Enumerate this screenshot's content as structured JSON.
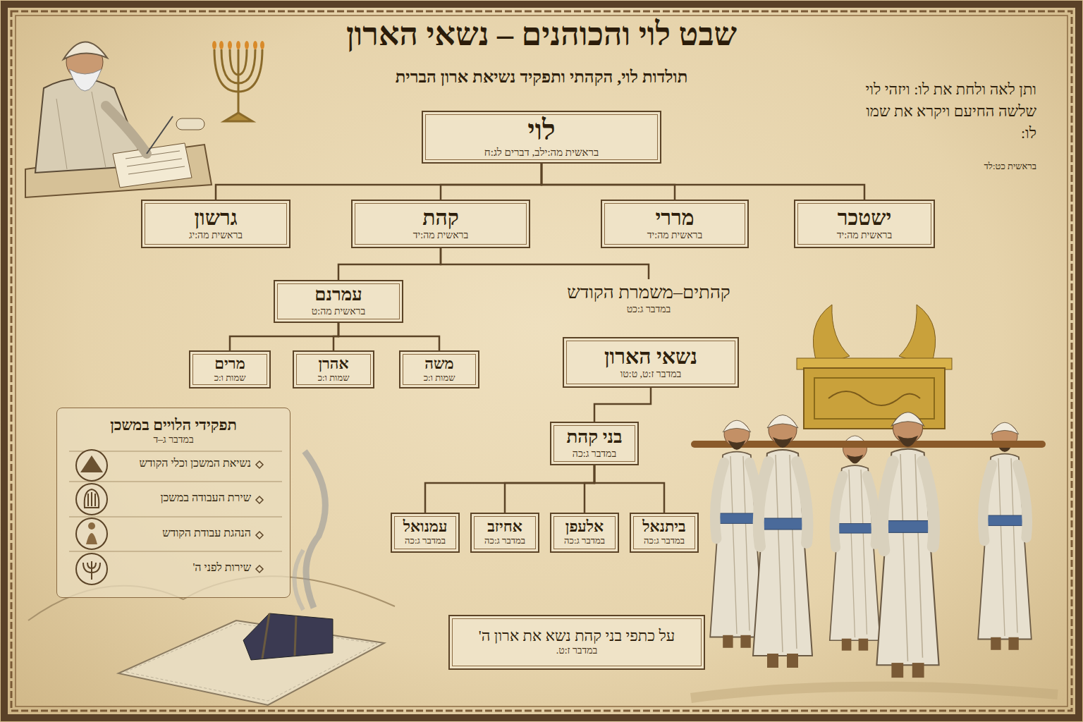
{
  "diagram": {
    "title": "שבט לוי והכוהנים – נשאי הארון",
    "nodes": [
      {
        "text": [
          "לוי",
          "בראשית מה:ילב, דברים לג:ח"
        ]
      },
      {
        "text": [
          "גרשון",
          "בראשית מה:יג"
        ]
      },
      {
        "text": [
          "קהת",
          "בראשית מה:יד"
        ]
      },
      {
        "text": [
          "מררי",
          "בראשית מה:יד"
        ]
      },
      {
        "text": [
          "ישטכר",
          "בראשית מה:יד"
        ]
      },
      {
        "text": [
          "עמרנם",
          "בראשית מה:ט"
        ]
      },
      {
        "text": [
          "קהתים–משמרת הקודש",
          "במדבר ג:כט"
        ]
      },
      {
        "text": [
          "משה",
          "שמות ו:כ"
        ]
      },
      {
        "text": [
          "אהרן",
          "שמות ו:כ"
        ]
      },
      {
        "text": [
          "מרים",
          "שמות ו:כ"
        ]
      },
      {
        "text": [
          "נשאי הארון",
          "במדבר ז:ט, ט:טו"
        ]
      },
      {
        "text": [
          "בני קהת",
          "במדבר ג:כה"
        ]
      },
      {
        "text": [
          "ביתנאל",
          "במדבר ג:כה"
        ]
      },
      {
        "text": [
          "אלעפן",
          "במדבר ג:כה"
        ]
      },
      {
        "text": [
          "אחיזב",
          "במדבר ג:כה"
        ]
      },
      {
        "text": [
          "עמנואל",
          "במדבר ג:כה"
        ]
      },
      {
        "text": [
          "תפקידי הלויים במשכן",
          "במדבר ג–ד"
        ]
      },
      {
        "text": [
          "על כתפי בני קהת נשא את ארון ה'",
          "במדבר ז:ט."
        ]
      }
    ],
    "edges": [
      {
        "from": 0,
        "to": 1,
        "arrow": "none"
      },
      {
        "from": 0,
        "to": 2,
        "arrow": "none"
      },
      {
        "from": 0,
        "to": 3,
        "arrow": "none"
      },
      {
        "from": 0,
        "to": 4,
        "arrow": "none"
      },
      {
        "from": 2,
        "to": 5,
        "arrow": "none"
      },
      {
        "from": 2,
        "to": 6,
        "arrow": "none"
      },
      {
        "from": 5,
        "to": 7,
        "arrow": "none"
      },
      {
        "from": 5,
        "to": 8,
        "arrow": "none"
      },
      {
        "from": 5,
        "to": 9,
        "arrow": "none"
      },
      {
        "from": 10,
        "to": 11,
        "arrow": "none"
      },
      {
        "from": 11,
        "to": 12,
        "arrow": "none"
      },
      {
        "from": 11,
        "to": 13,
        "arrow": "none"
      },
      {
        "from": 11,
        "to": 14,
        "arrow": "none"
      },
      {
        "from": 11,
        "to": 15,
        "arrow": "none"
      }
    ],
    "labels": [
      "תולדות לוי, הקהתי ותפקיד נשיאת ארון הברית",
      "ותן לאה ולחת את לו: ויזהי לוי שלשה החיעם ויקרא את שמו לו:",
      "בראשית כט:לד",
      "נשיאת המשכן וכלי הקודש",
      "שירת העבודה במשכן",
      "הנהגת עבודת הקודש",
      "שירות לפני ה'"
    ]
  }
}
